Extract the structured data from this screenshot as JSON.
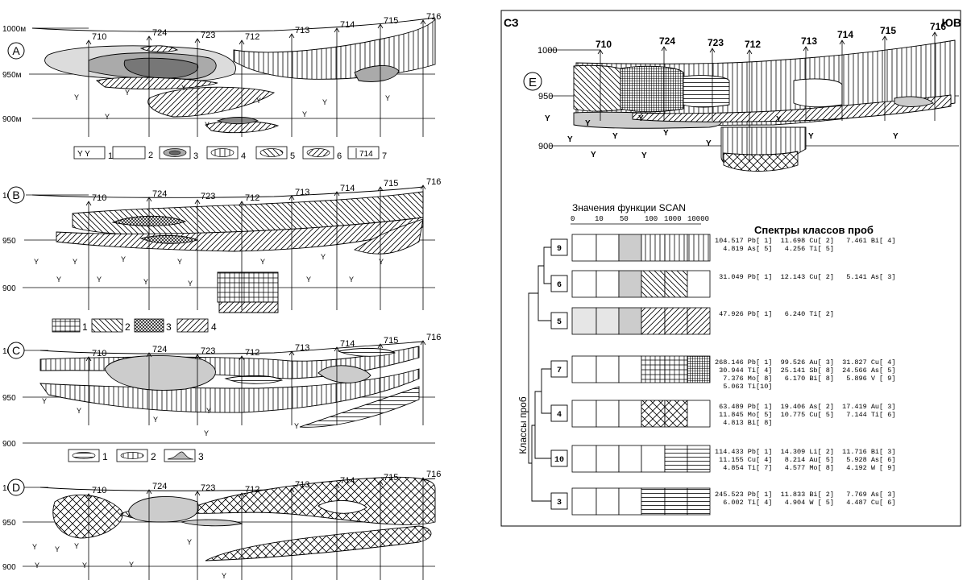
{
  "left": {
    "wells": [
      "710",
      "724",
      "723",
      "712",
      "713",
      "714",
      "715",
      "716"
    ],
    "elev_labels": {
      "e1000m": "1000м",
      "e950m": "950м",
      "e900m": "900м",
      "e1000": "1000",
      "e950": "950",
      "e900": "900"
    },
    "panel_letters": [
      "A",
      "B",
      "C",
      "D"
    ],
    "y_symbol": "Y",
    "legend_a": [
      "1",
      "2",
      "3",
      "4",
      "5",
      "6",
      "7"
    ],
    "legend_a_y": "Y Y",
    "legend_a_well": "714",
    "legend_b": [
      "1",
      "2",
      "3",
      "4"
    ],
    "legend_c": [
      "1",
      "2",
      "3"
    ]
  },
  "right": {
    "corner_left": "СЗ",
    "corner_right": "ЮВ",
    "panel_letter": "E",
    "elev": [
      "1000",
      "950",
      "900"
    ],
    "wells": [
      "710",
      "724",
      "723",
      "712",
      "713",
      "714",
      "715",
      "716"
    ],
    "y_symbol": "Y",
    "scan_title": "Значения функции SCAN",
    "scan_ticks": [
      "0",
      "10",
      "50",
      "100",
      "1000",
      "10000"
    ],
    "spectra_title": "Спектры классов проб",
    "classes_label": "Классы проб",
    "rows": [
      {
        "cls": "9",
        "lines": [
          "104.517 Pb[ 1]  11.698 Cu[ 2]   7.461 Bi[ 4]",
          "  4.819 As[ 5]   4.256 Ti[ 5]"
        ]
      },
      {
        "cls": "6",
        "lines": [
          " 31.049 Pb[ 1]  12.143 Cu[ 2]   5.141 As[ 3]"
        ]
      },
      {
        "cls": "5",
        "lines": [
          " 47.926 Pb[ 1]   6.240 Ti[ 2]"
        ]
      },
      {
        "cls": "7",
        "lines": [
          "268.146 Pb[ 1]  99.526 Au[ 3]  31.827 Cu[ 4]",
          " 30.944 Ti[ 4]  25.141 Sb[ 8]  24.566 As[ 5]",
          "  7.376 Mo[ 8]   6.170 Bi[ 8]   5.896 V [ 9]",
          "  5.063 Ti[10]"
        ]
      },
      {
        "cls": "4",
        "lines": [
          " 63.489 Pb[ 1]  19.406 As[ 2]  17.419 Au[ 3]",
          " 11.845 Mo[ 5]  10.775 Cu[ 5]   7.144 Ti[ 6]",
          "  4.813 Bi[ 8]"
        ]
      },
      {
        "cls": "10",
        "lines": [
          "114.433 Pb[ 1]  14.309 Li[ 2]  11.716 Bi[ 3]",
          " 11.155 Cu[ 4]   8.214 Au[ 5]   5.928 As[ 6]",
          "  4.854 Ti[ 7]   4.577 Mo[ 8]   4.192 W [ 9]"
        ]
      },
      {
        "cls": "3",
        "lines": [
          "245.523 Pb[ 1]  11.833 Bi[ 2]   7.769 As[ 3]",
          "  6.002 Ti[ 4]   4.904 W [ 5]   4.487 Cu[ 6]"
        ]
      }
    ]
  }
}
